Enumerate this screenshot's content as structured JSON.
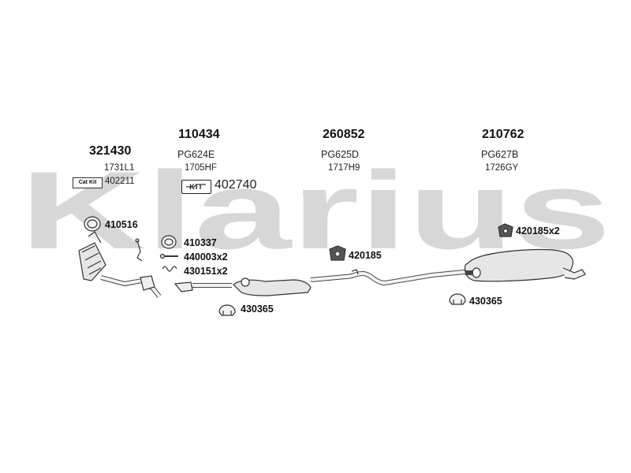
{
  "watermark": {
    "text": "Klarius"
  },
  "groups": [
    {
      "part_number": "321430",
      "code": "1731L1",
      "cat_kit": {
        "badge": "Cat Kit",
        "number": "402211"
      }
    },
    {
      "part_number": "110434",
      "variant": "PG624E",
      "code": "1705HF",
      "kit": {
        "badge": "KIT",
        "number": "402740"
      }
    },
    {
      "part_number": "260852",
      "variant": "PG625D",
      "code": "1717H9"
    },
    {
      "part_number": "210762",
      "variant": "PG627B",
      "code": "1726GY"
    }
  ],
  "fittings": [
    {
      "label": "410516",
      "icon": "gasket-ring-icon"
    },
    {
      "label": "410337",
      "icon": "gasket-ring-icon"
    },
    {
      "label": "440003x2",
      "icon": "bolt-icon"
    },
    {
      "label": "430151x2",
      "icon": "spring-icon"
    },
    {
      "label": "430365",
      "icon": "clamp-icon"
    },
    {
      "label": "420185",
      "icon": "rubber-mount-icon"
    },
    {
      "label": "420185x2",
      "icon": "rubber-mount-icon"
    },
    {
      "label": "430365",
      "icon": "clamp-icon"
    }
  ],
  "colors": {
    "watermark": "#d7d7d7",
    "line": "#333333",
    "part_fill": "#e6e6e6"
  }
}
